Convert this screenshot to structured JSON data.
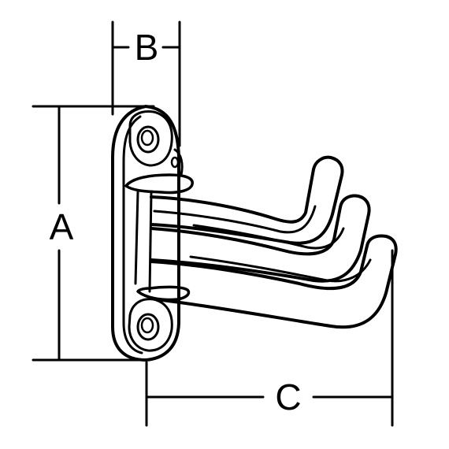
{
  "dimensions": {
    "a": {
      "label": "A"
    },
    "b": {
      "label": "B"
    },
    "c": {
      "label": "C"
    }
  },
  "colors": {
    "line": "#000000",
    "background": "#ffffff"
  }
}
